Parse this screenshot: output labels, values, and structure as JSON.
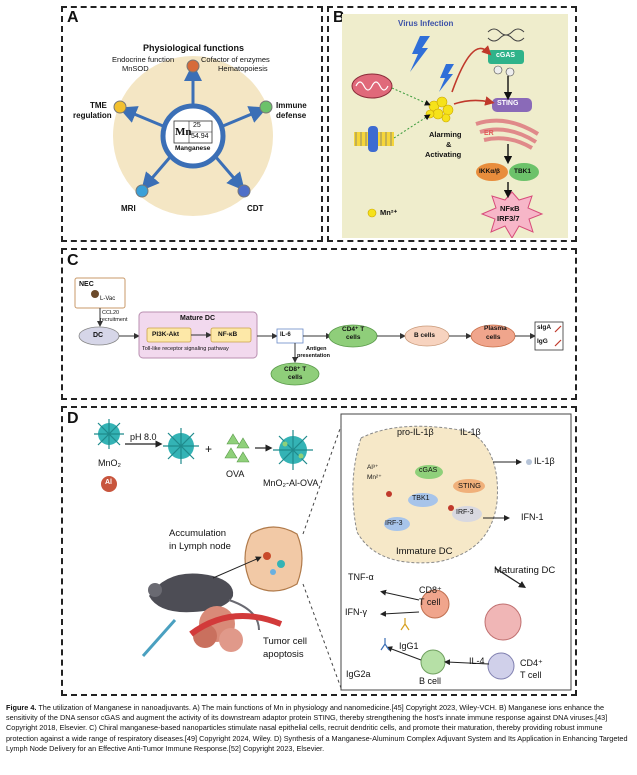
{
  "panelA": {
    "label": "A",
    "title": "Physiological functions",
    "endocrine": "Endocrine function",
    "mnsod": "MnSOD",
    "cofactor": "Cofactor of enzymes",
    "hematopoiesis": "Hematopoiesis",
    "tme1": "TME",
    "tme2": "regulation",
    "immune1": "Immune",
    "immune2": "defense",
    "mri": "MRI",
    "cdt": "CDT",
    "element_number": "25",
    "element_symbol": "Mn",
    "element_mass": "54.94",
    "element_name": "Manganese"
  },
  "panelB": {
    "label": "B",
    "virus": "Virus Infection",
    "cgas": "cGAS",
    "sting": "STING",
    "er": "ER",
    "alarming1": "Alarming",
    "alarming2": "&",
    "alarming3": "Activating",
    "ikk": "IKKα/β",
    "tbk1": "TBK1",
    "nfkb": "NFκB",
    "irf": "IRF3/7",
    "mn_ion": "Mn²⁺"
  },
  "panelC": {
    "label": "C",
    "nec": "NEC",
    "lvac": "L-Vac",
    "ccl20a": "CCL20",
    "ccl20b": "recruitment",
    "dc": "DC",
    "mature": "Mature DC",
    "pi3k": "PI3K-Akt",
    "nfkb": "NF-κB",
    "tlr": "Toll-like receptor signaling pathway",
    "il6": "IL-6",
    "antigen1": "Antigen",
    "antigen2": "presentation",
    "cd4a": "CD4⁺ T",
    "cd4b": "cells",
    "cd8a": "CD8⁺ T",
    "cd8b": "cells",
    "bcells": "B cells",
    "plasma1": "Plasma",
    "plasma2": "cells",
    "siga": "sIgA",
    "igg": "IgG"
  },
  "panelD": {
    "label": "D",
    "ph": "pH 8.0",
    "mno2": "MnO₂",
    "al": "Al",
    "plus": "+",
    "ova": "OVA",
    "product": "MnO₂-Al-OVA",
    "accum1": "Accumulation",
    "accum2": "in Lymph node",
    "tumor1": "Tumor cell",
    "tumor2": "apoptosis",
    "proil": "pro-IL-1β",
    "il1b_in": "IL-1β",
    "il1b_out": "IL-1β",
    "cgas": "cGAS",
    "sting": "STING",
    "al3": "Al³⁺",
    "mn2": "Mn²⁺",
    "tbk1": "TBK1",
    "irf3a": "IRF-3",
    "irf3b": "IRF-3",
    "ifn1": "IFN-1",
    "immature": "Immature DC",
    "maturating": "Maturating DC",
    "tnf": "TNF-α",
    "ifng": "IFN-γ",
    "cd8": "CD8⁺",
    "tcell1": "T cell",
    "igg1": "IgG1",
    "igg2a": "IgG2a",
    "il4": "IL-4",
    "bcell": "B cell",
    "cd4": "CD4⁺",
    "tcell2": "T cell"
  },
  "caption": {
    "fig": "Figure 4.",
    "text": " The utilization of Manganese in nanoadjuvants. A) The main functions of Mn in physiology and nanomedicine.[45] Copyright 2023, Wiley-VCH. B) Manganese ions enhance the sensitivity of the DNA sensor cGAS and augment the activity of its downstream adaptor protein STING, thereby strengthening the host's innate immune response against DNA viruses.[43] Copyright 2018, Elsevier. C) Chiral manganese-based nanoparticles stimulate nasal epithelial cells, recruit dendritic cells, and promote their maturation, thereby providing robust immune protection against a wide range of respiratory diseases.[49] Copyright 2024, Wiley. D) Synthesis of a Manganese-Aluminum Complex Adjuvant System and Its Application in Enhancing Targeted Lymph Node Delivery for an Effective Anti-Tumor Immune Response.[52] Copyright 2023, Elsevier."
  },
  "colors": {
    "arrow_blue": "#3b6fb6",
    "beige": "#f4e6c4",
    "panelB_bg": "#efedcc",
    "sting_purple": "#8a6ab8",
    "mature_pink": "#f2d9ee",
    "cd4_green": "#8fce7a",
    "plasma_salmon": "#f0a58c"
  }
}
